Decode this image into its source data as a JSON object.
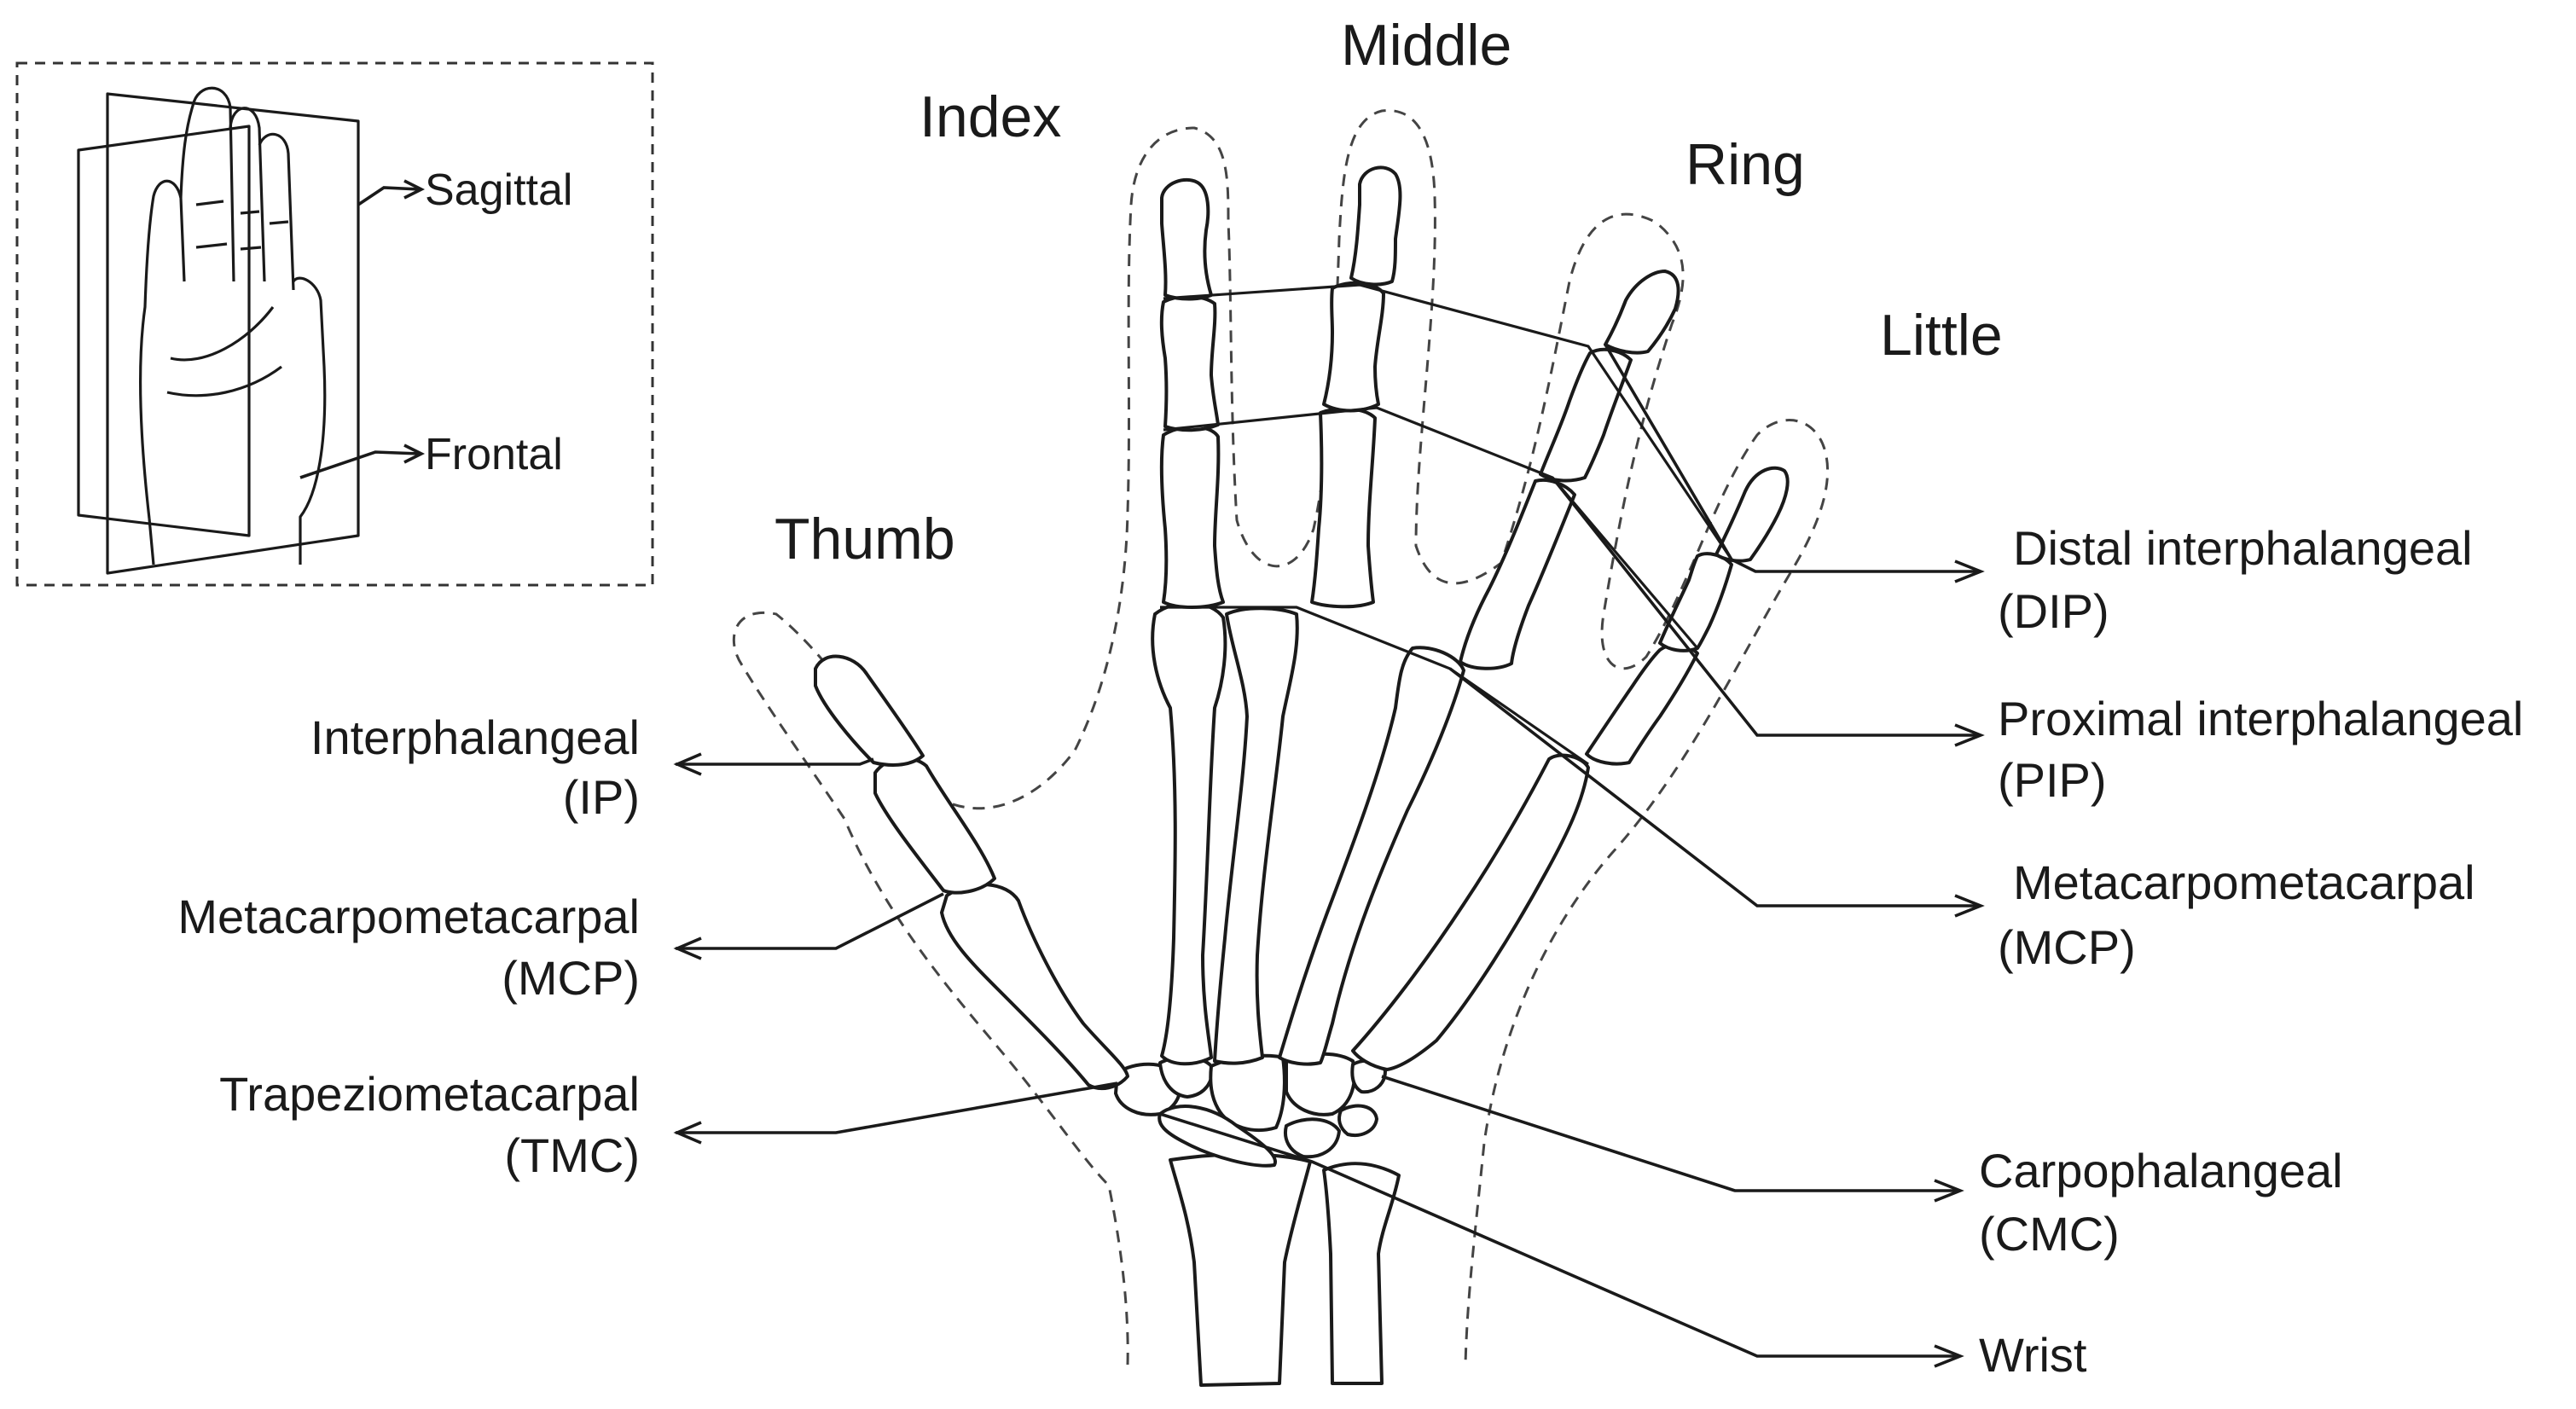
{
  "inset": {
    "planes": {
      "sagittal": "Sagittal",
      "frontal": "Frontal"
    }
  },
  "fingers": {
    "thumb": "Thumb",
    "index": "Index",
    "middle": "Middle",
    "ring": "Ring",
    "little": "Little"
  },
  "joints": {
    "left": {
      "ip": {
        "name": "Interphalangeal",
        "abbr": "(IP)"
      },
      "mcp": {
        "name": "Metacarpometacarpal",
        "abbr": "(MCP)"
      },
      "tmc": {
        "name": "Trapeziometacarpal",
        "abbr": "(TMC)"
      }
    },
    "right": {
      "dip": {
        "name": "Distal interphalangeal",
        "abbr": "(DIP)"
      },
      "pip": {
        "name": "Proximal interphalangeal",
        "abbr": "(PIP)"
      },
      "mcp": {
        "name": "Metacarpometacarpal",
        "abbr": "(MCP)"
      },
      "cmc": {
        "name": "Carpophalangeal",
        "abbr": "(CMC)"
      },
      "wrist": {
        "name": "Wrist"
      }
    }
  }
}
